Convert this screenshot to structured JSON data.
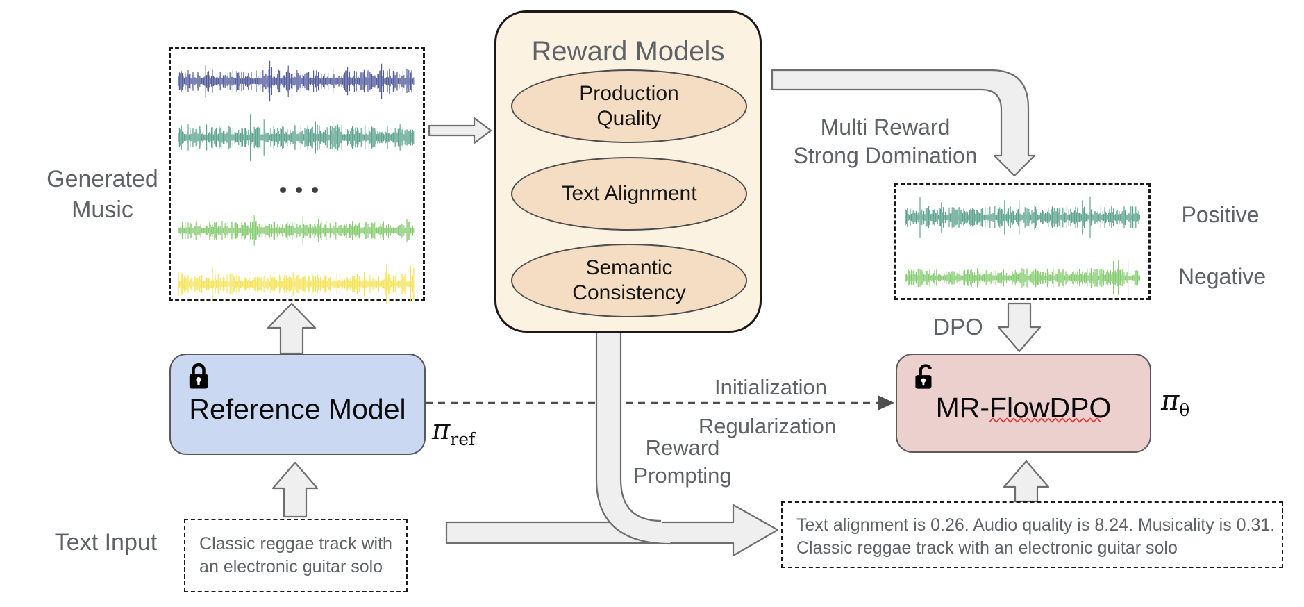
{
  "colors": {
    "label_gray": "#5f6368",
    "text_dark": "#0b0b0b",
    "waveform_navy": "#434c95",
    "waveform_teal": "#4f9b84",
    "waveform_green": "#7cc765",
    "waveform_yellow": "#f5e14b",
    "reward_box_fill": "#fbf2e2",
    "reward_box_border": "#1a1a1a",
    "ellipse_fill": "#f4ddc2",
    "ellipse_border": "#4d4d4d",
    "reference_fill": "#cbd8f1",
    "mrflowdpo_fill": "#ecd0ce",
    "model_border": "#5a5a5a",
    "arrow_fill": "#efefef",
    "arrow_stroke": "#6e6e6e",
    "dashed_border": "#1b1b1b",
    "connector_gray": "#4f4f4f",
    "squiggle_red": "#d94040"
  },
  "left_side": {
    "generated_music_label": "Generated\nMusic",
    "text_input_label": "Text Input",
    "prompt_box_text": "Classic reggae track with\nan electronic guitar solo"
  },
  "reward_models": {
    "title": "Reward Models",
    "items": [
      {
        "label": "Production\nQuality"
      },
      {
        "label": "Text Alignment"
      },
      {
        "label": "Semantic\nConsistency"
      }
    ]
  },
  "flow_labels": {
    "multi_reward": "Multi Reward\nStrong Domination",
    "positive": "Positive",
    "negative": "Negative",
    "dpo": "DPO",
    "initialization": "Initialization",
    "regularization": "Regularization",
    "reward_prompting": "Reward\nPrompting"
  },
  "models": {
    "reference": {
      "name": "Reference Model",
      "symbol": "π",
      "symbol_sub": "ref"
    },
    "mr_flowdpo": {
      "name": "MR-FlowDPO",
      "symbol": "π",
      "symbol_sub": "θ"
    }
  },
  "reward_prompt_box": {
    "line1": "Text alignment is 0.26. Audio quality is 8.24. Musicality is 0.31.",
    "line2": "Classic reggae track with an electronic guitar solo"
  }
}
